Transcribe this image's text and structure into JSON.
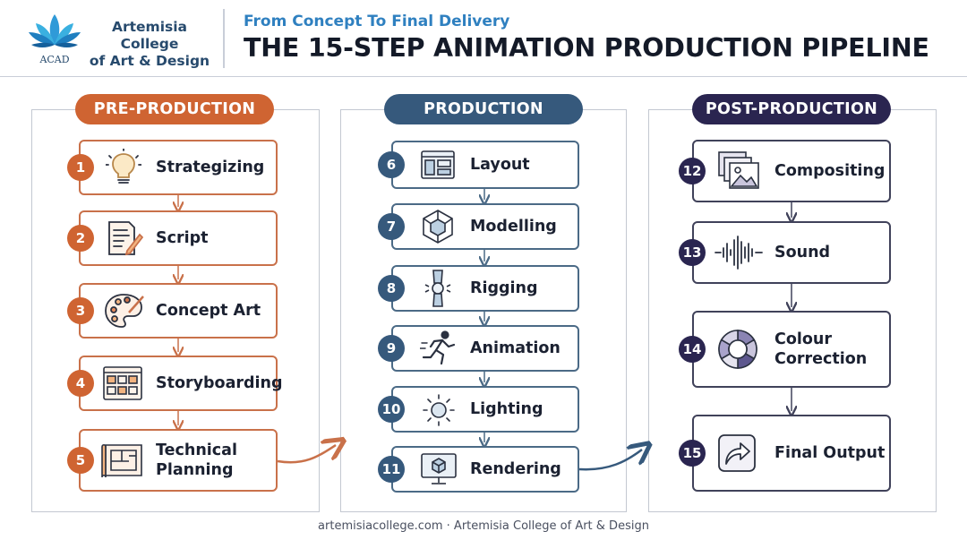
{
  "header": {
    "logo_text": "ACAD",
    "college_name_line1": "Artemisia College",
    "college_name_line2": "of Art & Design",
    "subtitle": "From Concept To Final Delivery",
    "title": "THE 15-STEP ANIMATION PRODUCTION PIPELINE"
  },
  "colors": {
    "pre_production": "#cf6432",
    "production": "#36597c",
    "post_production": "#2a2550",
    "subtitle_blue": "#2f80c0"
  },
  "phases": [
    {
      "name": "PRE-PRODUCTION",
      "steps": [
        {
          "number": "1",
          "label": "Strategizing",
          "icon": "lightbulb-icon"
        },
        {
          "number": "2",
          "label": "Script",
          "icon": "script-page-icon"
        },
        {
          "number": "3",
          "label": "Concept Art",
          "icon": "palette-icon"
        },
        {
          "number": "4",
          "label": "Storyboarding",
          "icon": "storyboard-icon"
        },
        {
          "number": "5",
          "label_line1": "Technical",
          "label_line2": "Planning",
          "icon": "blueprint-icon"
        }
      ]
    },
    {
      "name": "PRODUCTION",
      "steps": [
        {
          "number": "6",
          "label": "Layout",
          "icon": "layout-grid-icon"
        },
        {
          "number": "7",
          "label": "Modelling",
          "icon": "cube-icon"
        },
        {
          "number": "8",
          "label": "Rigging",
          "icon": "joint-icon"
        },
        {
          "number": "9",
          "label": "Animation",
          "icon": "running-figure-icon"
        },
        {
          "number": "10",
          "label": "Lighting",
          "icon": "light-icon"
        },
        {
          "number": "11",
          "label": "Rendering",
          "icon": "monitor-cube-icon"
        }
      ]
    },
    {
      "name": "POST-PRODUCTION",
      "steps": [
        {
          "number": "12",
          "label": "Compositing",
          "icon": "image-layers-icon"
        },
        {
          "number": "13",
          "label": "Sound",
          "icon": "sound-wave-icon"
        },
        {
          "number": "14",
          "label_line1": "Colour",
          "label_line2": "Correction",
          "icon": "color-wheel-icon"
        },
        {
          "number": "15",
          "label": "Final Output",
          "icon": "share-arrow-icon"
        }
      ]
    }
  ],
  "footer": "artemisiacollege.com · Artemisia College of Art & Design"
}
